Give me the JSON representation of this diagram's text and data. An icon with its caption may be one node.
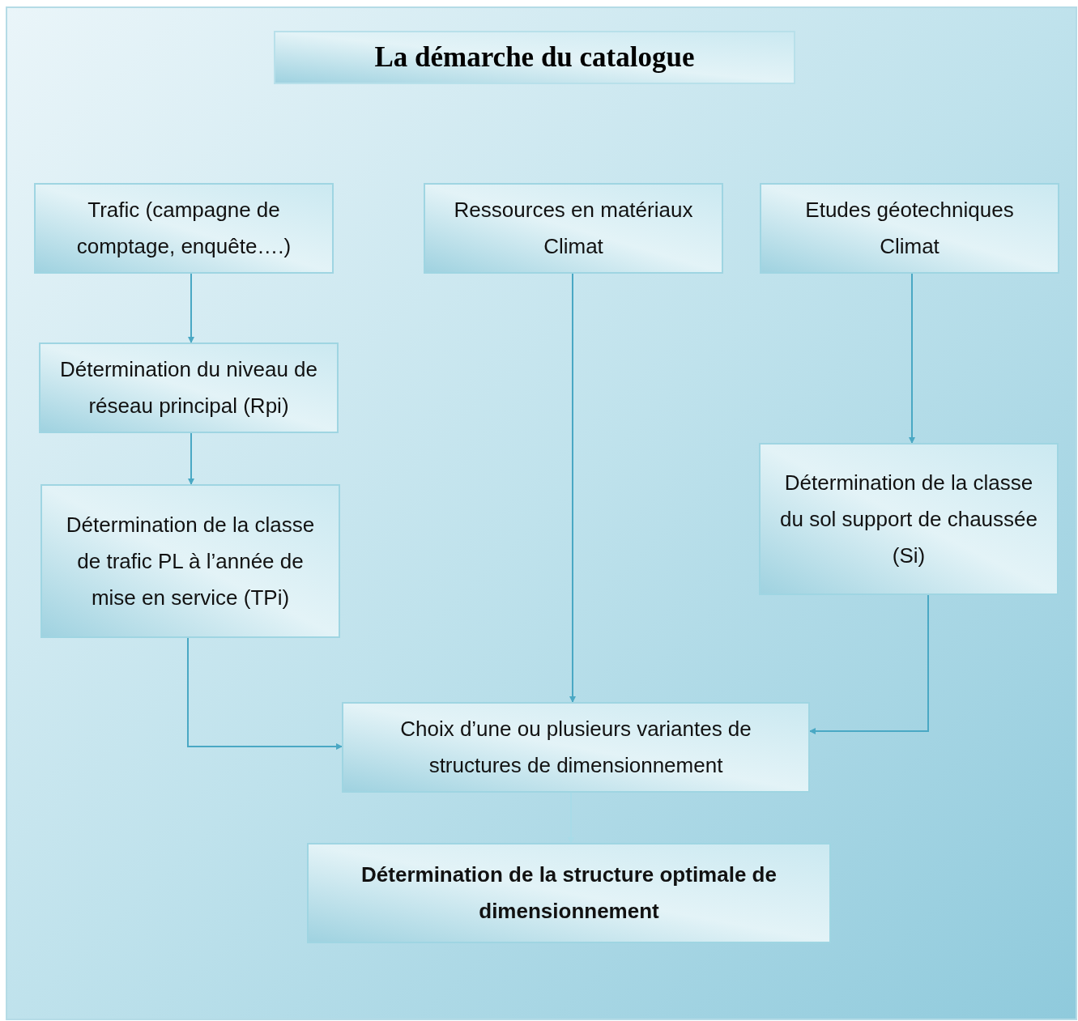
{
  "diagram": {
    "title": "La démarche du catalogue",
    "nodes": [
      {
        "text": [
          "Trafic (campagne de comptage, enquête….)"
        ]
      },
      {
        "text": [
          "Ressources en matériaux",
          "Climat"
        ]
      },
      {
        "text": [
          "Etudes géotechniques",
          "Climat"
        ]
      },
      {
        "text": [
          "Détermination du niveau de réseau principal (Rpi)"
        ]
      },
      {
        "text": [
          "Détermination de la classe de trafic PL à l’année de mise en service (TPi)"
        ]
      },
      {
        "text": [
          "Détermination de la classe du sol support de chaussée (Si)"
        ]
      },
      {
        "text": [
          "Choix d’une ou plusieurs variantes de structures de dimensionnement"
        ]
      },
      {
        "text": [
          "Détermination de la structure optimale de dimensionnement"
        ]
      }
    ],
    "edges": [
      {
        "from": 0,
        "to": 3,
        "arrow": "to"
      },
      {
        "from": 3,
        "to": 4,
        "arrow": "to"
      },
      {
        "from": 4,
        "to": 6,
        "arrow": "to"
      },
      {
        "from": 1,
        "to": 6,
        "arrow": "to"
      },
      {
        "from": 2,
        "to": 5,
        "arrow": "to"
      },
      {
        "from": 5,
        "to": 6,
        "arrow": "to"
      },
      {
        "from": 6,
        "to": 7,
        "arrow": "to",
        "color": "#a8dbe8"
      }
    ]
  }
}
